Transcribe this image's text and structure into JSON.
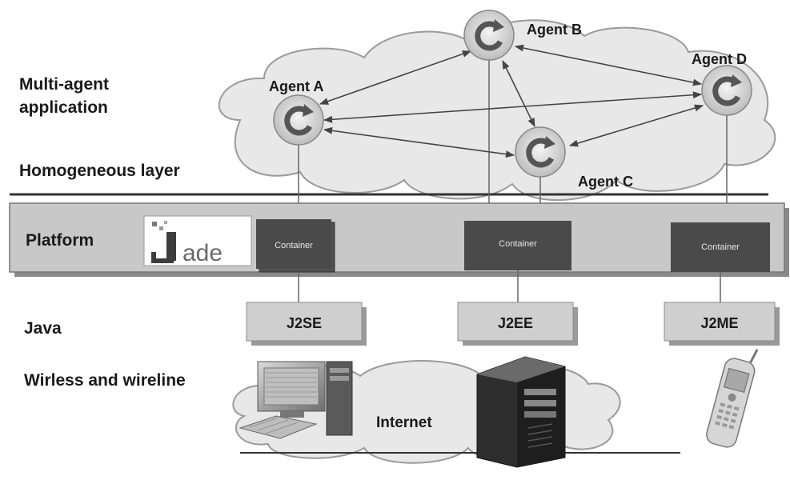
{
  "layers": {
    "multi_agent_line1": "Multi-agent",
    "multi_agent_line2": "application",
    "homogeneous": "Homogeneous layer",
    "platform": "Platform",
    "java": "Java",
    "network": "Wirless and wireline"
  },
  "agents": {
    "a": "Agent A",
    "b": "Agent B",
    "c": "Agent C",
    "d": "Agent D"
  },
  "containers": [
    "Container",
    "Container",
    "Container"
  ],
  "java_editions": [
    "J2SE",
    "J2EE",
    "J2ME"
  ],
  "internet_label": "Internet",
  "logo_text": "Jade",
  "colors": {
    "cloud_fill": "#e8e8e8",
    "platform_fill": "#c8c8c8",
    "container_fill": "#4a4a4a",
    "java_box_fill": "#cfcfcf"
  }
}
